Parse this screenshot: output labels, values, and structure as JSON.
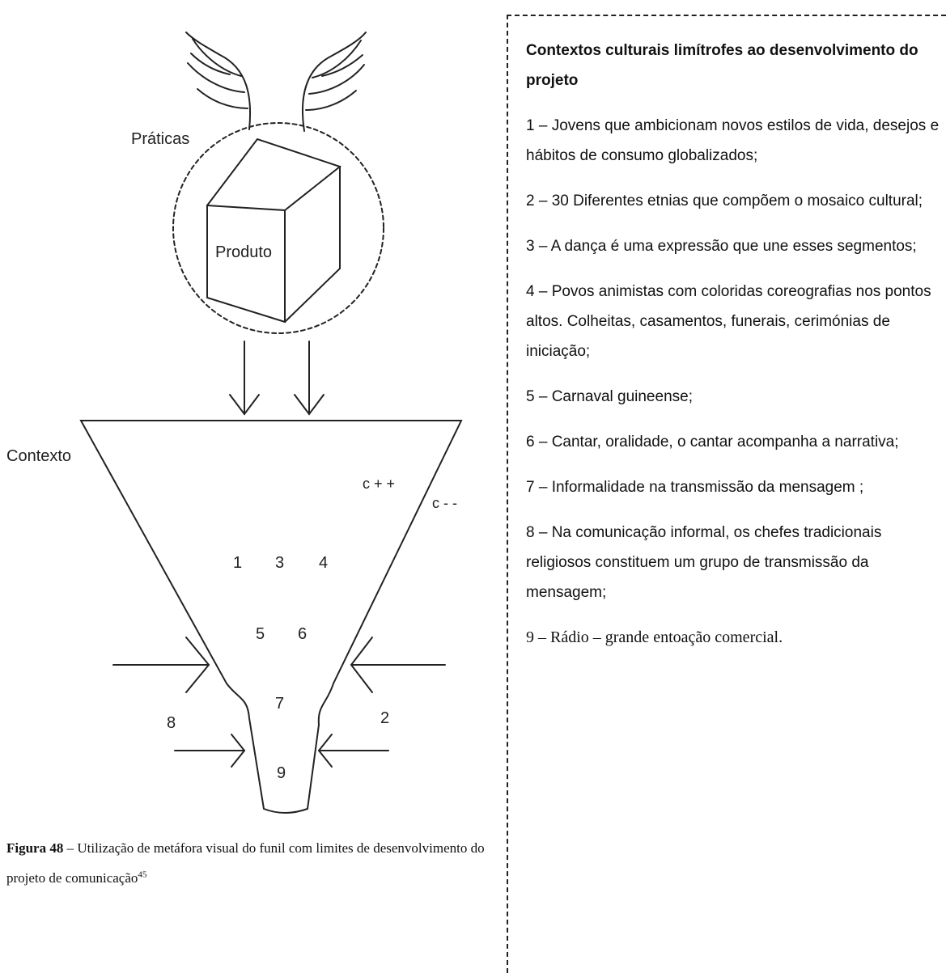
{
  "diagram": {
    "labels": {
      "praticas": "Práticas",
      "produto": "Produto",
      "contexto": "Contexto",
      "c_plus": "c + +",
      "c_minus": "c - -",
      "n1": "1",
      "n2": "2",
      "n3": "3",
      "n4": "4",
      "n5": "5",
      "n6": "6",
      "n7": "7",
      "n8": "8",
      "n9": "9"
    }
  },
  "caption": {
    "label": "Figura 48",
    "text": " – Utilização de metáfora visual do funil com limites de desenvolvimento do projeto de comunicação",
    "footnote": "45"
  },
  "panel": {
    "title": "Contextos culturais limítrofes ao desenvolvimento do projeto",
    "items": [
      "1 – Jovens que ambicionam novos estilos de vida, desejos e hábitos de consumo globalizados;",
      "2 – 30 Diferentes etnias que compõem o mosaico cultural;",
      "3 – A dança é uma expressão que une esses segmentos;",
      "4 – Povos animistas com coloridas coreografias nos pontos altos. Colheitas, casamentos, funerais, cerimónias de iniciação;",
      "5 – Carnaval guineense;",
      "6 – Cantar, oralidade, o cantar acompanha a narrativa;",
      "7 – Informalidade na transmissão da mensagem ;",
      "8 – Na comunicação informal, os chefes tradicionais religiosos constituem um grupo de transmissão da mensagem;",
      "9 – Rádio – grande entoação comercial."
    ]
  }
}
